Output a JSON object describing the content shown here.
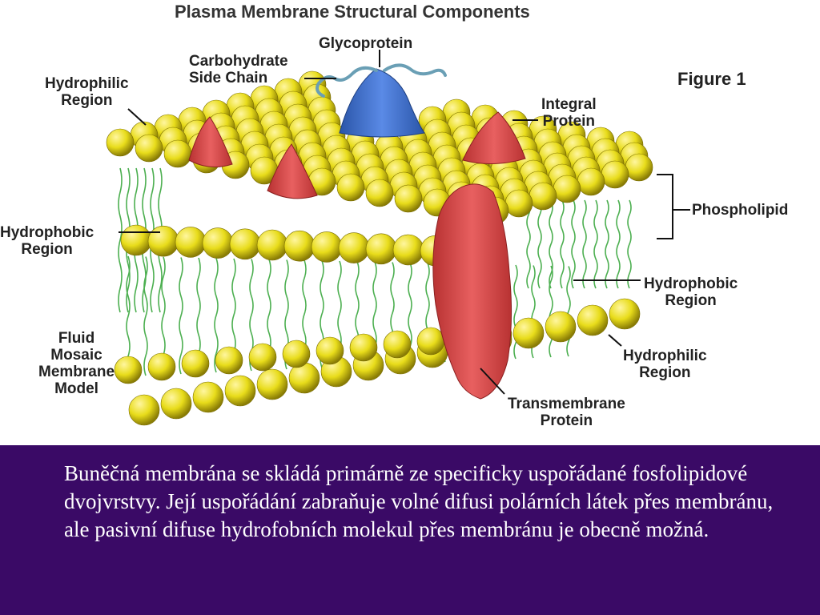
{
  "figure": {
    "title": "Plasma Membrane Structural Components",
    "figure_number": "Figure 1",
    "labels": {
      "glycoprotein": "Glycoprotein",
      "carbohydrate_line1": "Carbohydrate",
      "carbohydrate_line2": "Side Chain",
      "hydrophilic_tl_line1": "Hydrophilic",
      "hydrophilic_tl_line2": "Region",
      "integral_line1": "Integral",
      "integral_line2": "Protein",
      "phospholipid": "Phospholipid",
      "hydrophobic_l_line1": "Hydrophobic",
      "hydrophobic_l_line2": "Region",
      "hydrophobic_r_line1": "Hydrophobic",
      "hydrophobic_r_line2": "Region",
      "fluid_line1": "Fluid",
      "fluid_line2": "Mosaic",
      "fluid_line3": "Membrane",
      "fluid_line4": "Model",
      "hydrophilic_br_line1": "Hydrophilic",
      "hydrophilic_br_line2": "Region",
      "transmembrane_line1": "Transmembrane",
      "transmembrane_line2": "Protein"
    },
    "colors": {
      "head": "#e8dc1a",
      "tail": "#4caf50",
      "integral_protein": "#d94a4a",
      "glycoprotein": "#3d6fd1",
      "carbohydrate": "#6a9fb5"
    }
  },
  "caption": {
    "text": "Buněčná membrána se skládá primárně ze specificky uspořádané fosfolipidové dvojvrstvy. Její uspořádání zabraňuje volné difusi polárních látek přes membránu, ale pasivní difuse hydrofobních molekul přes membránu je obecně možná.",
    "background": "#3a0a66"
  }
}
